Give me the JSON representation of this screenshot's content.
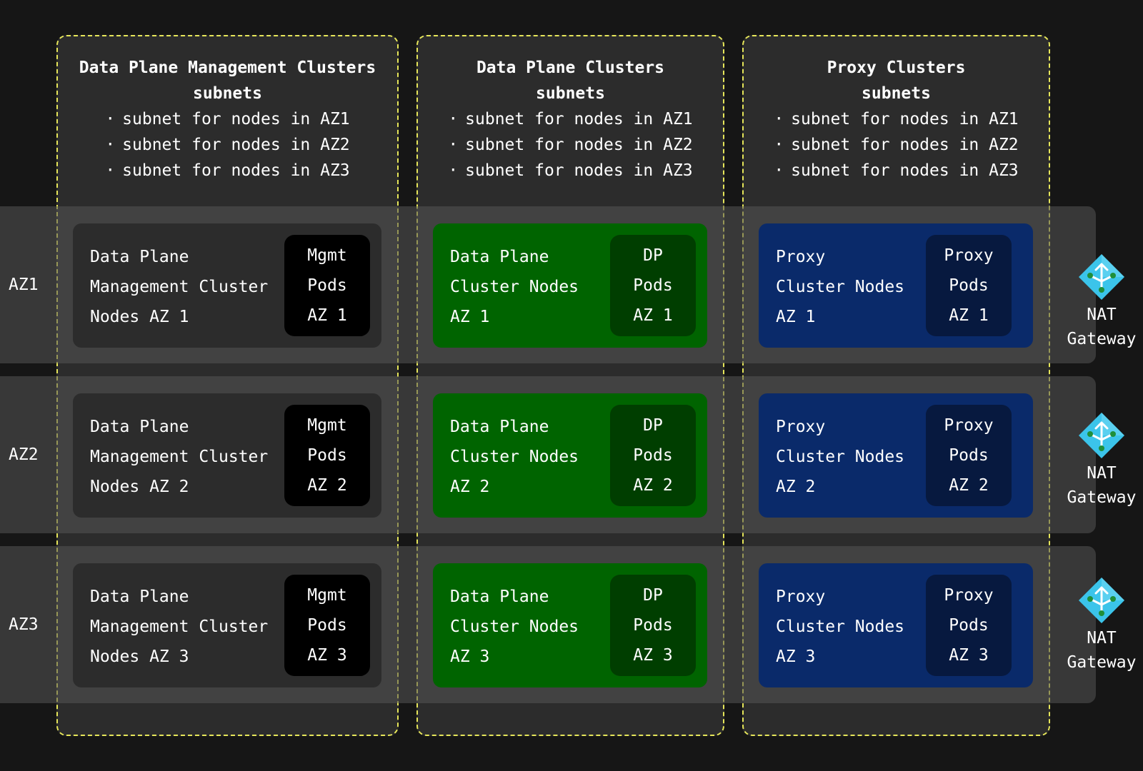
{
  "columns": [
    {
      "title_line1": "Data Plane Management Clusters",
      "title_line2": "subnets",
      "items": [
        "subnet for nodes in AZ1",
        "subnet for nodes in AZ2",
        "subnet for nodes in AZ3"
      ]
    },
    {
      "title_line1": "Data Plane Clusters",
      "title_line2": "subnets",
      "items": [
        "subnet for nodes in AZ1",
        "subnet for nodes in AZ2",
        "subnet for nodes in AZ3"
      ]
    },
    {
      "title_line1": "Proxy Clusters",
      "title_line2": "subnets",
      "items": [
        "subnet for nodes in AZ1",
        "subnet for nodes in AZ2",
        "subnet for nodes in AZ3"
      ]
    }
  ],
  "rows": [
    {
      "az": "AZ1",
      "mgmt_nodes": "Data Plane\nManagement Cluster\nNodes AZ 1",
      "mgmt_pods": "Mgmt\nPods\nAZ 1",
      "dp_nodes": "Data Plane\nCluster Nodes\nAZ 1",
      "dp_pods": "DP\nPods\nAZ 1",
      "proxy_nodes": "Proxy\nCluster Nodes\nAZ 1",
      "proxy_pods": "Proxy\nPods\nAZ 1",
      "nat_line1": "NAT",
      "nat_line2": "Gateway"
    },
    {
      "az": "AZ2",
      "mgmt_nodes": "Data Plane\nManagement Cluster\nNodes AZ 2",
      "mgmt_pods": "Mgmt\nPods\nAZ 2",
      "dp_nodes": "Data Plane\nCluster Nodes\nAZ 2",
      "dp_pods": "DP\nPods\nAZ 2",
      "proxy_nodes": "Proxy\nCluster Nodes\nAZ 2",
      "proxy_pods": "Proxy\nPods\nAZ 2",
      "nat_line1": "NAT",
      "nat_line2": "Gateway"
    },
    {
      "az": "AZ3",
      "mgmt_nodes": "Data Plane\nManagement Cluster\nNodes AZ 3",
      "mgmt_pods": "Mgmt\nPods\nAZ 3",
      "dp_nodes": "Data Plane\nCluster Nodes\nAZ 3",
      "dp_pods": "DP\nPods\nAZ 3",
      "proxy_nodes": "Proxy\nCluster Nodes\nAZ 3",
      "proxy_pods": "Proxy\nPods\nAZ 3",
      "nat_line1": "NAT",
      "nat_line2": "Gateway"
    }
  ],
  "icons": {
    "nat": "nat-gateway-icon"
  },
  "colors": {
    "background": "#161616",
    "column": "#2c2c2c",
    "dashed_border": "#e6e65a",
    "mgmt_box": "#2c2c2c",
    "mgmt_pods": "#000000",
    "dp_box": "#006400",
    "dp_pods": "#003e00",
    "proxy_box": "#0a2a6a",
    "proxy_pods": "#07193f",
    "nat_icon": "#3bc4ea"
  }
}
